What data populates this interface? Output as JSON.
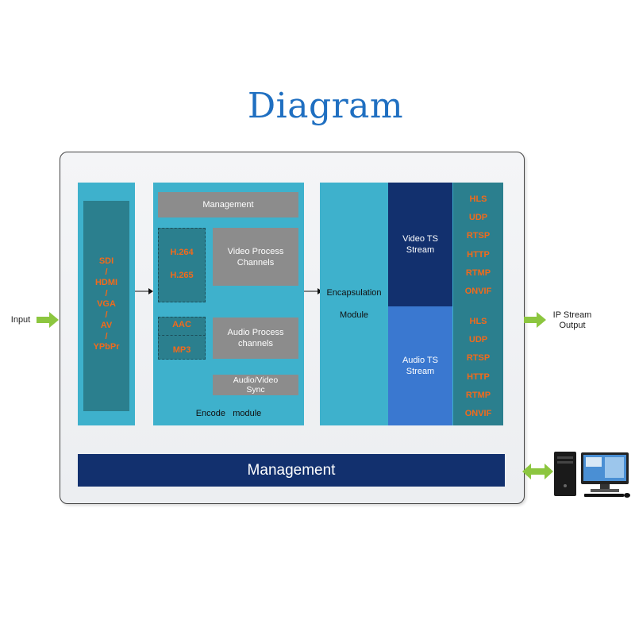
{
  "title": "Diagram",
  "input_label": "Input",
  "output_label": "IP Stream\nOutput",
  "input_formats": [
    "SDI",
    "/",
    "HDMI",
    "/",
    "VGA",
    "/",
    "AV",
    "/",
    "YPbPr"
  ],
  "encode": {
    "management": "Management",
    "video_codecs": [
      "H.264",
      "H.265"
    ],
    "audio_codecs": [
      "AAC",
      "MP3"
    ],
    "video_process": "Video Process\nChannels",
    "audio_process": "Audio Process\nchannels",
    "av_sync": "Audio/Video\nSync",
    "module_label": "Encode   module"
  },
  "encapsulation": {
    "label": "Encapsulation",
    "module": "Module",
    "video_ts": "Video TS\nStream",
    "audio_ts": "Audio TS\nStream"
  },
  "protocols_video": [
    "HLS",
    "UDP",
    "RTSP",
    "HTTP",
    "RTMP",
    "ONVIF"
  ],
  "protocols_audio": [
    "HLS",
    "UDP",
    "RTSP",
    "HTTP",
    "RTMP",
    "ONVIF"
  ],
  "management_bar": "Management",
  "colors": {
    "teal": "#3eb1cc",
    "dark_teal": "#2b7f8e",
    "navy": "#12306e",
    "blue": "#3a78d0",
    "orange": "#f26a1b",
    "green": "#8cc63f"
  }
}
